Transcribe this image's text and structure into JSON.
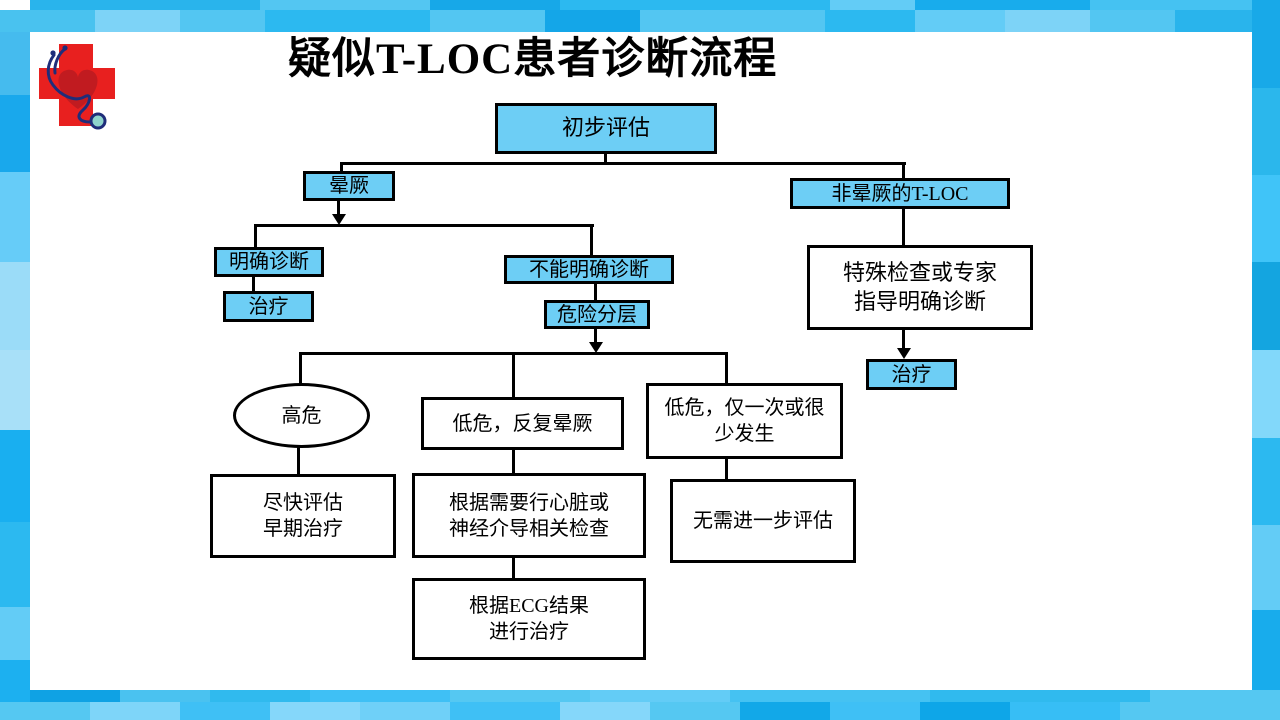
{
  "title": "疑似T-LOC患者诊断流程",
  "logo": {
    "icon": "red-cross-heart-stethoscope-logo"
  },
  "colors": {
    "box_fill": "#6dcef5",
    "box_border": "#000000",
    "frame_blue": "#2cb9f0",
    "logo_red": "#e8201f",
    "logo_heart": "#c11b20",
    "logo_navy": "#1f2d7a",
    "logo_teal": "#8fd4cc"
  },
  "flowchart": {
    "nodes": [
      {
        "id": "initial-assessment",
        "label": "初步评估",
        "style": "blue"
      },
      {
        "id": "syncope",
        "label": "晕厥",
        "style": "blue"
      },
      {
        "id": "non-syncope-tloc",
        "label": "非晕厥的T-LOC",
        "style": "blue"
      },
      {
        "id": "clear-diagnosis",
        "label": "明确诊断",
        "style": "blue"
      },
      {
        "id": "treatment-left",
        "label": "治疗",
        "style": "blue"
      },
      {
        "id": "unclear-diagnosis",
        "label": "不能明确诊断",
        "style": "blue"
      },
      {
        "id": "risk-stratification",
        "label": "危险分层",
        "style": "blue"
      },
      {
        "id": "special-exam",
        "label": "特殊检查或专家\n指导明确诊断",
        "style": "white"
      },
      {
        "id": "treatment-right",
        "label": "治疗",
        "style": "blue"
      },
      {
        "id": "high-risk",
        "label": "高危",
        "style": "white-ellipse"
      },
      {
        "id": "low-risk-recurrent",
        "label": "低危，反复晕厥",
        "style": "white"
      },
      {
        "id": "low-risk-rare",
        "label": "低危，仅一次或很\n少发生",
        "style": "white"
      },
      {
        "id": "prompt-evaluation",
        "label": "尽快评估\n早期治疗",
        "style": "white"
      },
      {
        "id": "cardiac-neural-exam",
        "label": "根据需要行心脏或\n神经介导相关检查",
        "style": "white"
      },
      {
        "id": "no-further-evaluation",
        "label": "无需进一步评估",
        "style": "white"
      },
      {
        "id": "ecg-treatment",
        "label": "根据ECG结果\n进行治疗",
        "style": "white"
      }
    ]
  }
}
